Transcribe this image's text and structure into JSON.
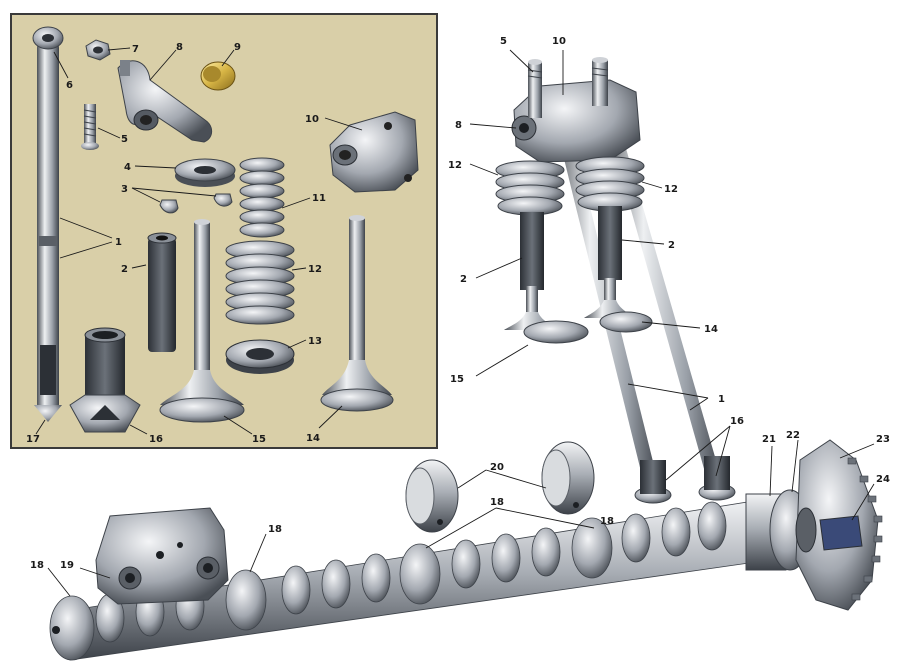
{
  "inset": {
    "background": "#d9cfa8",
    "labels": [
      "1",
      "2",
      "3",
      "4",
      "5",
      "6",
      "7",
      "8",
      "9",
      "10",
      "11",
      "12",
      "13",
      "14",
      "15",
      "16",
      "17"
    ]
  },
  "main": {
    "labels": [
      "1",
      "2",
      "2",
      "5",
      "8",
      "10",
      "12",
      "12",
      "14",
      "15",
      "16",
      "18",
      "18",
      "18",
      "18",
      "19",
      "20",
      "21",
      "22",
      "23",
      "24"
    ]
  },
  "colors": {
    "steel_light": "#e4e6e9",
    "steel_mid": "#9aa0a8",
    "steel_dark": "#3d4249",
    "bronze": "#d7b545",
    "inset_border": "#3a3a3a"
  }
}
